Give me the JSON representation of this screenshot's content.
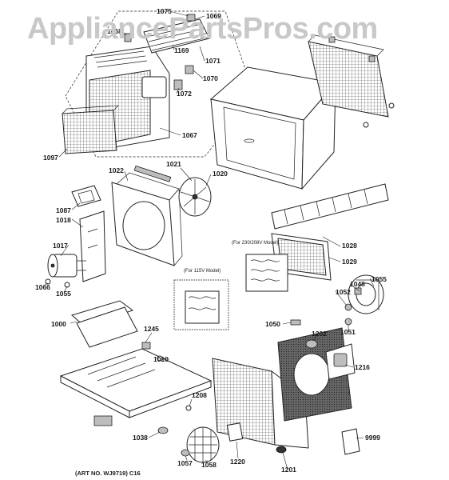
{
  "watermark": "AppliancePartsPros.com",
  "art_number": "(ART NO. WJ9719) C16",
  "notes": {
    "for_230": "(For 230/208V Model)",
    "for_115": "(For 115V Model)"
  },
  "parts": [
    {
      "id": "p1075",
      "label": "1075"
    },
    {
      "id": "p1069",
      "label": "1069"
    },
    {
      "id": "p1068",
      "label": "1068"
    },
    {
      "id": "p1169",
      "label": "1169"
    },
    {
      "id": "p1071",
      "label": "1071"
    },
    {
      "id": "p1070",
      "label": "1070"
    },
    {
      "id": "p1072",
      "label": "1072"
    },
    {
      "id": "p1067",
      "label": "1067"
    },
    {
      "id": "p1097",
      "label": "1097"
    },
    {
      "id": "p1022",
      "label": "1022"
    },
    {
      "id": "p1021",
      "label": "1021"
    },
    {
      "id": "p1020",
      "label": "1020"
    },
    {
      "id": "p1087",
      "label": "1087"
    },
    {
      "id": "p1018",
      "label": "1018"
    },
    {
      "id": "p1017",
      "label": "1017"
    },
    {
      "id": "p1066",
      "label": "1066"
    },
    {
      "id": "p1055a",
      "label": "1055"
    },
    {
      "id": "p1028",
      "label": "1028"
    },
    {
      "id": "p1029",
      "label": "1029"
    },
    {
      "id": "p1048",
      "label": "1048"
    },
    {
      "id": "p1055b",
      "label": "1055"
    },
    {
      "id": "p1052",
      "label": "1052"
    },
    {
      "id": "p1000",
      "label": "1000"
    },
    {
      "id": "p1245",
      "label": "1245"
    },
    {
      "id": "p1050",
      "label": "1050"
    },
    {
      "id": "p1202",
      "label": "1202"
    },
    {
      "id": "p1051",
      "label": "1051"
    },
    {
      "id": "p1010",
      "label": "1010"
    },
    {
      "id": "p1216",
      "label": "1216"
    },
    {
      "id": "p1208",
      "label": "1208"
    },
    {
      "id": "p1038",
      "label": "1038"
    },
    {
      "id": "p9999",
      "label": "9999"
    },
    {
      "id": "p1057",
      "label": "1057"
    },
    {
      "id": "p1058",
      "label": "1058"
    },
    {
      "id": "p1220",
      "label": "1220"
    },
    {
      "id": "p1201",
      "label": "1201"
    }
  ]
}
